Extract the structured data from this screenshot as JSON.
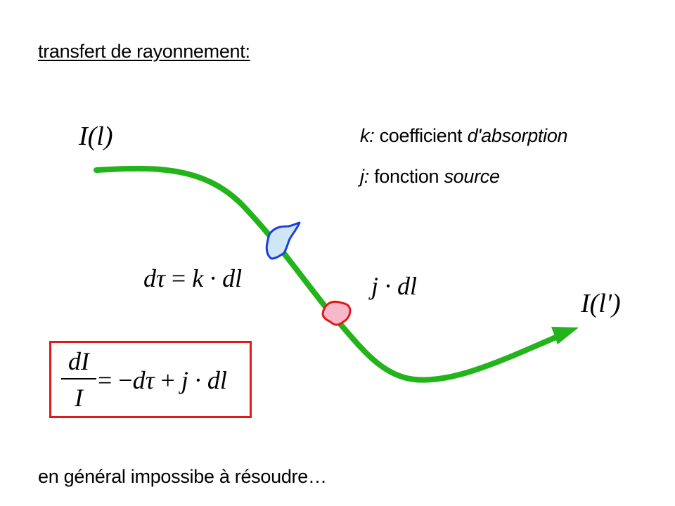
{
  "title": "transfert de rayonnement:",
  "footer": "en général impossibe à résoudre…",
  "legend": {
    "k_symbol": "k:",
    "k_text": "coefficient",
    "k_italic": "d'absorption",
    "j_symbol": "j:",
    "j_text": "fonction",
    "j_italic": "source"
  },
  "labels": {
    "intensity_start": "I(l)",
    "intensity_end": "I(l')",
    "dtau_lhs": "dτ",
    "dtau_eq": "=",
    "dtau_rhs": "k · dl",
    "emission": "j · dl"
  },
  "equation": {
    "numerator": "dI",
    "denominator": "I",
    "rhs_eq": "= −",
    "rhs_dtau": "dτ",
    "rhs_plus": "+",
    "rhs_term": "j · dl"
  },
  "colors": {
    "ray": "#22b41a",
    "absorber_stroke": "#1a3ee0",
    "absorber_fill": "#cfe6f6",
    "emitter_stroke": "#e01a1a",
    "emitter_fill": "#f7b9c9",
    "box_border": "#e01a1a"
  },
  "icons": {
    "ray": "curved-arrow",
    "absorber": "blob",
    "emitter": "blob"
  }
}
